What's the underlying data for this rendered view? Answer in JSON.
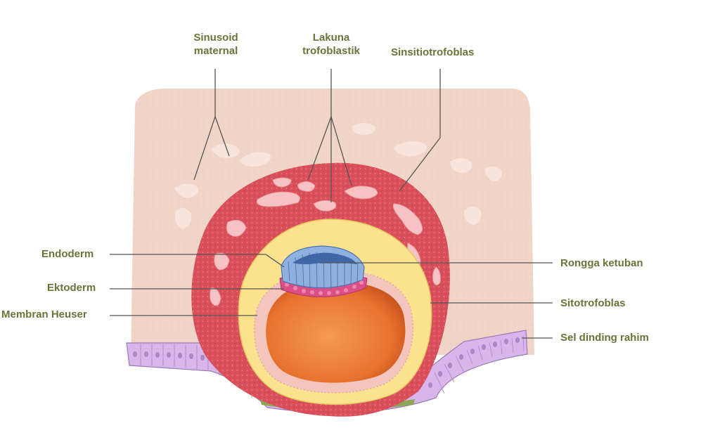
{
  "colors": {
    "label_text": "#6b7339",
    "leader_line": "#555555",
    "uterine_tissue": "#f1d4c8",
    "syncytiotrophoblast": "#d9505a",
    "lacuna": "#f6c2c4",
    "cytotrophoblast": "#fbe28f",
    "heuser_membrane": "#f4c5bd",
    "yolk_sac_inner": "#e96a2b",
    "ectoderm": "#8fb1e0",
    "endoderm": "#d94f86",
    "uterine_wall_cells": "#d8b6ec",
    "green_layer": "#8da756"
  },
  "labels": {
    "sinusoid": [
      "Sinusoid",
      "maternal"
    ],
    "lakuna": [
      "Lakuna",
      "trofoblastik"
    ],
    "sinsitio": "Sinsitiotrofoblas",
    "endoderm": "Endoderm",
    "ektoderm": "Ektoderm",
    "membran": "Membran Heuser",
    "rongga": "Rongga ketuban",
    "sitotro": "Sitotrofoblas",
    "sel": "Sel dinding rahim"
  }
}
